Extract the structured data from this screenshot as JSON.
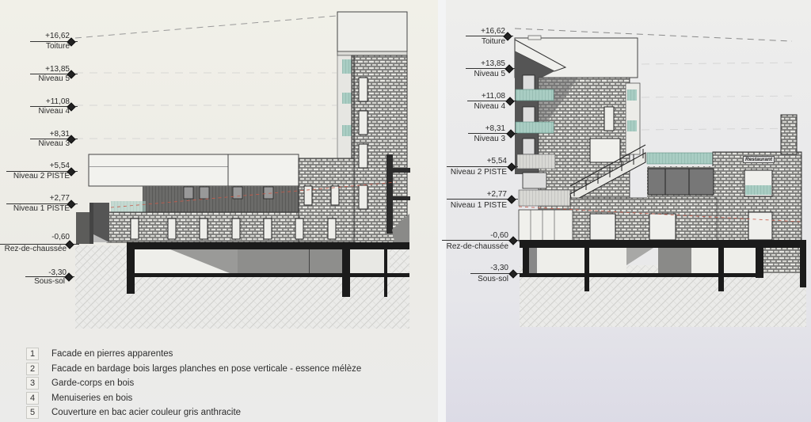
{
  "colors": {
    "paper_left": "#f0efe8",
    "paper_right": "#e8e8ea",
    "structure_black": "#1b1b1b",
    "stone_grey": "#8a8a86",
    "cladding_dark": "#555555",
    "glass_green": "#9fc7bd",
    "datum_red": "#c85a4a",
    "hatch_grey": "#d4d4d2"
  },
  "left_elevation": {
    "levels": [
      {
        "value": "+16,62",
        "name": "Toiture"
      },
      {
        "value": "+13,85",
        "name": "Niveau 5"
      },
      {
        "value": "+11,08",
        "name": "Niveau 4"
      },
      {
        "value": "+8,31",
        "name": "Niveau 3"
      },
      {
        "value": "+5,54",
        "name": "Niveau 2 PISTE"
      },
      {
        "value": "+2,77",
        "name": "Niveau 1 PISTE"
      },
      {
        "value": "-0,60",
        "name": "Rez-de-chaussée"
      },
      {
        "value": "-3,30",
        "name": "Sous-sol"
      }
    ]
  },
  "right_elevation": {
    "levels": [
      {
        "value": "+16,62",
        "name": "Toiture"
      },
      {
        "value": "+13,85",
        "name": "Niveau 5"
      },
      {
        "value": "+11,08",
        "name": "Niveau 4"
      },
      {
        "value": "+8,31",
        "name": "Niveau 3"
      },
      {
        "value": "+5,54",
        "name": "Niveau 2 PISTE"
      },
      {
        "value": "+2,77",
        "name": "Niveau 1 PISTE"
      },
      {
        "value": "-0,60",
        "name": "Rez-de-chaussée"
      },
      {
        "value": "-3,30",
        "name": "Sous-sol"
      }
    ],
    "sign": "Restaurant"
  },
  "legend": [
    {
      "num": "1",
      "text": "Facade en pierres apparentes"
    },
    {
      "num": "2",
      "text": "Facade en bardage bois larges planches en pose verticale - essence mélèze"
    },
    {
      "num": "3",
      "text": "Garde-corps en bois"
    },
    {
      "num": "4",
      "text": "Menuiseries en bois"
    },
    {
      "num": "5",
      "text": "Couverture en bac acier couleur gris anthracite"
    }
  ]
}
